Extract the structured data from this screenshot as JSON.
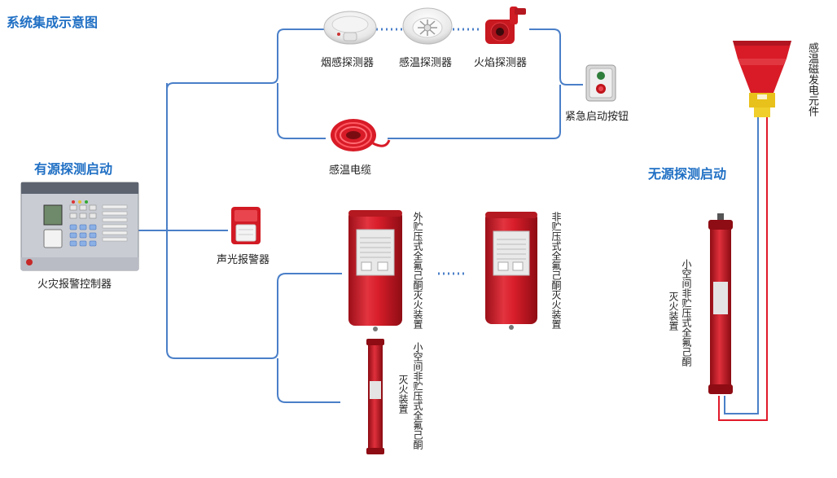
{
  "title": "系统集成示意图",
  "sections": {
    "active": "有源探测启动",
    "passive": "无源探测启动"
  },
  "labels": {
    "smoke_detector": "烟感探测器",
    "heat_detector": "感温探测器",
    "flame_detector": "火焰探测器",
    "emergency_button": "紧急启动按钮",
    "heat_cable": "感温电缆",
    "controller": "火灾报警控制器",
    "alarm": "声光报警器",
    "ext_unit": "外贮压式全氟己酮灭火装置",
    "nonstored_unit": "非贮压式全氟己酮灭火装置",
    "small_unit_line1": "小空间非贮压式全氟己酮",
    "small_unit_line2": "灭火装置",
    "magnetic_element": "感温磁发电元件",
    "right_small_line1": "小空间非贮压式全氟己酮",
    "right_small_line2": "灭火装置"
  },
  "colors": {
    "title_blue": "#1f6fc4",
    "line_blue": "#4a7fc8",
    "device_red": "#d4202a",
    "wire_red": "#e0192a"
  },
  "icons": {
    "smoke_detector": "smoke-detector-icon",
    "heat_detector": "heat-detector-icon",
    "flame_detector": "flame-detector-icon",
    "emergency_button": "emergency-button-icon",
    "heat_cable": "cable-coil-icon",
    "controller": "control-panel-icon",
    "alarm": "strobe-alarm-icon"
  }
}
